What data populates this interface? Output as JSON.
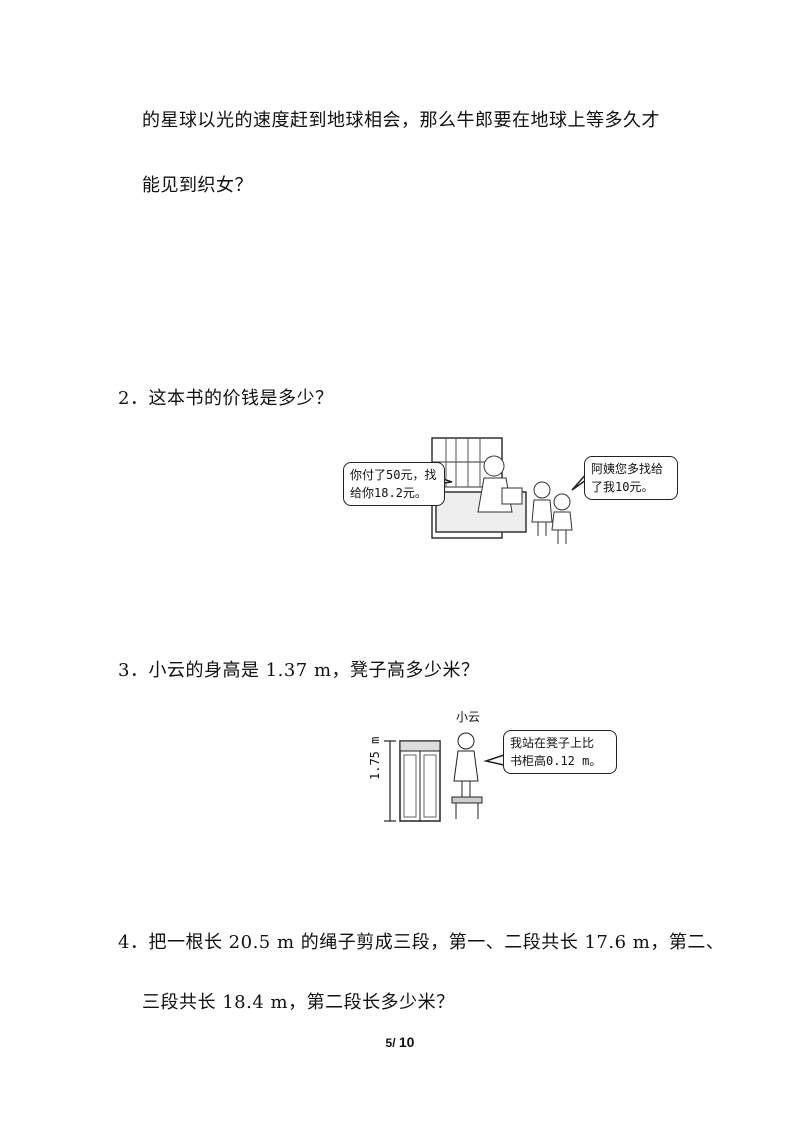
{
  "question1": {
    "line1": "的星球以光的速度赶到地球相会，那么牛郎要在地球上等多久才",
    "line2": "能见到织女？"
  },
  "question2": {
    "text": "2．这本书的价钱是多少？",
    "bubble_left": "你付了50元，找\n给你18.2元。",
    "bubble_right": "阿姨您多找给\n了我10元。"
  },
  "question3": {
    "text": "3．小云的身高是 1.37 m，凳子高多少米？",
    "name_label": "小云",
    "bubble": "我站在凳子上比\n书柜高0.12 m。",
    "dimension_label": "1.75 m"
  },
  "question4": {
    "line1": "4．把一根长 20.5 m 的绳子剪成三段，第一、二段共长 17.6 m，第二、",
    "line2": "三段共长 18.4 m，第二段长多少米？"
  },
  "footer": {
    "page": "5/",
    "total": "10"
  }
}
